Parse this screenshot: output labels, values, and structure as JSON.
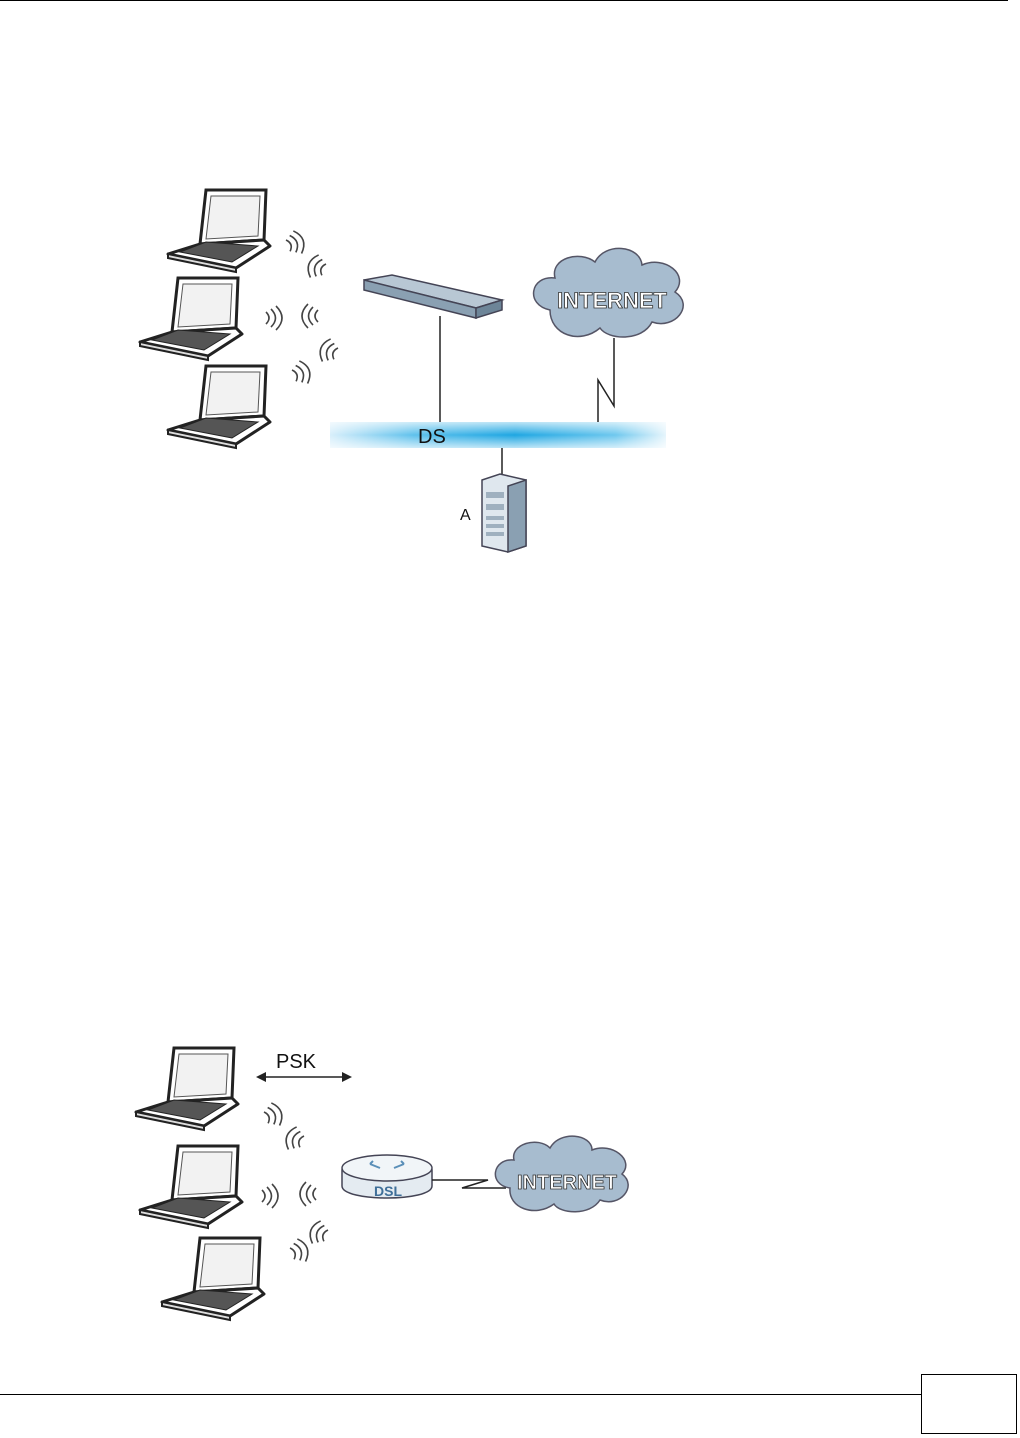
{
  "diagram1": {
    "internet_label": "INTERNET",
    "ds_label": "DS",
    "server_label": "A"
  },
  "diagram2": {
    "psk_label": "PSK",
    "router_label": "DSL",
    "internet_label": "INTERNET"
  },
  "footer": {
    "page_number": ""
  },
  "colors": {
    "cloud": "#9fb4c8",
    "ds_bar": "#2aa8e0",
    "device": "#7f96a8"
  }
}
